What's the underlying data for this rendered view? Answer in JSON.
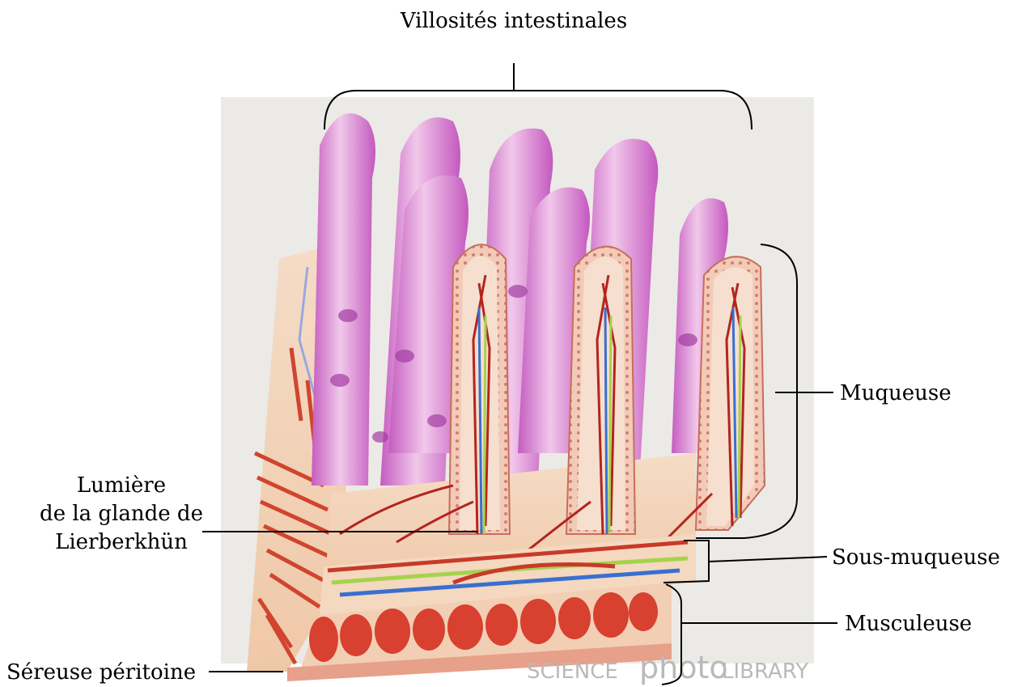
{
  "labels": {
    "villi": "Villosités intestinales",
    "mucosa": "Muqueuse",
    "lumen_line1": "Lumière",
    "lumen_line2": "de la glande de",
    "lumen_line3": "Lierberkhün",
    "submucosa": "Sous-muqueuse",
    "muscularis": "Musculeuse",
    "serosa": "Séreuse péritoine"
  },
  "watermark": {
    "part1": "SCIENCE",
    "part2": "photo",
    "part3": "LIBRARY"
  },
  "colors": {
    "villus_fill": "#e6a3dc",
    "villus_dark": "#b24fb0",
    "tissue": "#f3d3b8",
    "muscle": "#d8402f",
    "artery": "#b3251e",
    "vein": "#3a6fd0",
    "lymph": "#a6d24c",
    "background": "#eceae6"
  }
}
